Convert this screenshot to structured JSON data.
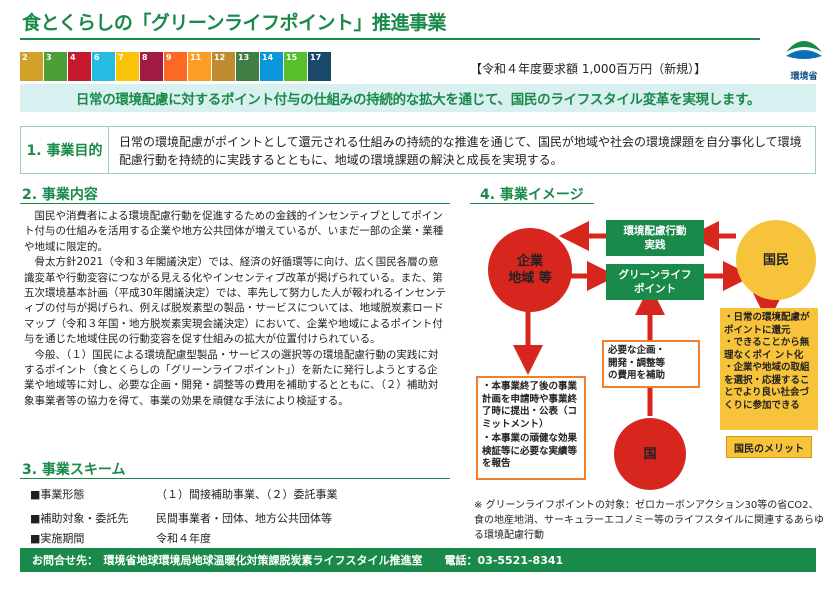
{
  "title": "食とくらしの「グリーンライフポイント」推進事業",
  "budget": "【令和４年度要求額 1,000百万円（新規）】",
  "logo_label": "環境省",
  "sdgs": [
    {
      "num": "2",
      "color": "#d3a029"
    },
    {
      "num": "3",
      "color": "#4c9f38"
    },
    {
      "num": "4",
      "color": "#c5192d"
    },
    {
      "num": "6",
      "color": "#26bde2"
    },
    {
      "num": "7",
      "color": "#fcc30b"
    },
    {
      "num": "8",
      "color": "#a21942"
    },
    {
      "num": "9",
      "color": "#fd6925"
    },
    {
      "num": "11",
      "color": "#fd9d24"
    },
    {
      "num": "12",
      "color": "#bf8b2e"
    },
    {
      "num": "13",
      "color": "#3f7e44"
    },
    {
      "num": "14",
      "color": "#0a97d9"
    },
    {
      "num": "15",
      "color": "#56c02b"
    },
    {
      "num": "17",
      "color": "#19486a"
    }
  ],
  "banner": "日常の環境配慮に対するポイント付与の仕組みの持続的な拡大を通じて、国民のライフスタイル変革を実現します。",
  "purpose": {
    "heading": "1. 事業目的",
    "text": "日常の環境配慮がポイントとして還元される仕組みの持続的な推進を通じて、国民が地域や社会の環境課題を自分事化して環境配慮行動を持続的に実践するとともに、地域の環境課題の解決と成長を実現する。"
  },
  "content": {
    "heading": "2. 事業内容",
    "p1": "国民や消費者による環境配慮行動を促進するための金銭的インセンティブとしてポイント付与の仕組みを活用する企業や地方公共団体が増えているが、いまだ一部の企業・業種や地域に限定的。",
    "p2": "骨太方針2021（令和３年閣議決定）では、経済の好循環等に向け、広く国民各層の意識変革や行動変容につながる見える化やインセンティブ改革が掲げられている。また、第五次環境基本計画（平成30年閣議決定）では、率先して努力した人が報われるインセンティブの付与が掲げられ、例えば脱炭素型の製品・サービスについては、地域脱炭素ロードマップ（令和３年国・地方脱炭素実現会議決定）において、企業や地域によるポイント付与を通じた地域住民の行動変容を促す仕組みの拡大が位置付けられている。",
    "p3": "今般、（１）国民による環境配慮型製品・サービスの選択等の環境配慮行動の実践に対するポイント（食とくらしの「グリーンライフポイント」）を新たに発行しようとする企業や地域等に対し、必要な企画・開発・調整等の費用を補助するとともに、（２）補助対象事業者等の協力を得て、事業の効果を頑健な手法により検証する。"
  },
  "scheme": {
    "heading": "3. 事業スキーム",
    "rows": [
      {
        "label": "■事業形態",
        "value": "（１）間接補助事業、（２）委託事業"
      },
      {
        "label": "■補助対象・委託先",
        "value": "民間事業者・団体、地方公共団体等"
      },
      {
        "label": "■実施期間",
        "value": "令和４年度"
      }
    ]
  },
  "image": {
    "heading": "4. 事業イメージ",
    "company": "企業\n地域 等",
    "citizen": "国民",
    "country": "国",
    "action_box": "環境配慮行動\n実践",
    "point_box": "グリーンライフ\nポイント",
    "subsidy_box": "必要な企画・\n開発・調整等\nの費用を補助",
    "company_duty": [
      "・本事業終了後の事業計画を申請時や事業終了時に提出・公表（コミットメント）",
      "・本事業の頑健な効果検証等に必要な実績等を報告"
    ],
    "citizen_benefits": [
      "・日常の環境配慮がポイントに還元",
      "・できることから無理なくポイ ント化",
      "・企業や地域の取組を選択・応援することでより良い社会づくりに参加できる"
    ],
    "merit": "国民のメリット",
    "note": "※ グリーンライフポイントの対象：ゼロカーボンアクション30等の省CO2、食の地産地消、サーキュラーエコノミー等のライフスタイルに関連するあらゆる環境配慮行動"
  },
  "footer": {
    "contact": "お問合せ先：　環境省地球環境局地球温暖化対策課脱炭素ライフスタイル推進室",
    "phone": "電話：03-5521-8341"
  },
  "colors": {
    "green": "#1a8a4a",
    "red": "#d7261e",
    "orange": "#f07e2a",
    "yellow": "#f7c33a",
    "banner_bg": "#d8f0ef"
  }
}
